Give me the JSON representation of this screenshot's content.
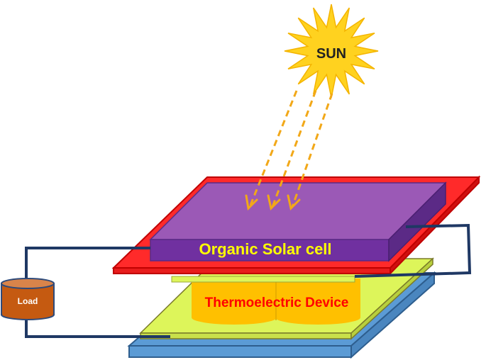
{
  "diagram": {
    "sun_label": "SUN",
    "solar_cell_label": "Organic Solar cell",
    "thermoelectric_label": "Thermoelectric Device",
    "load_label": "Load"
  },
  "colors": {
    "sun": "#FFD21F",
    "sun_stroke": "#F4B400",
    "rays": "#F2A818",
    "solar_cell_top": "#9B59B6",
    "solar_cell_front": "#7030A0",
    "solar_cell_side": "#5B2A86",
    "solar_label": "#FFFF00",
    "red_plate": "#FF2A2A",
    "red_plate_edge": "#D01010",
    "te_plate": "#DDF55A",
    "te_cylinders": "#FFC000",
    "te_label": "#FF0000",
    "base_plate": "#5B9BD5",
    "base_plate_edge": "#2E5E8E",
    "wire": "#1F3864",
    "load": "#C55A11",
    "load_top": "#D9844A",
    "load_text": "#FFFFFF"
  }
}
